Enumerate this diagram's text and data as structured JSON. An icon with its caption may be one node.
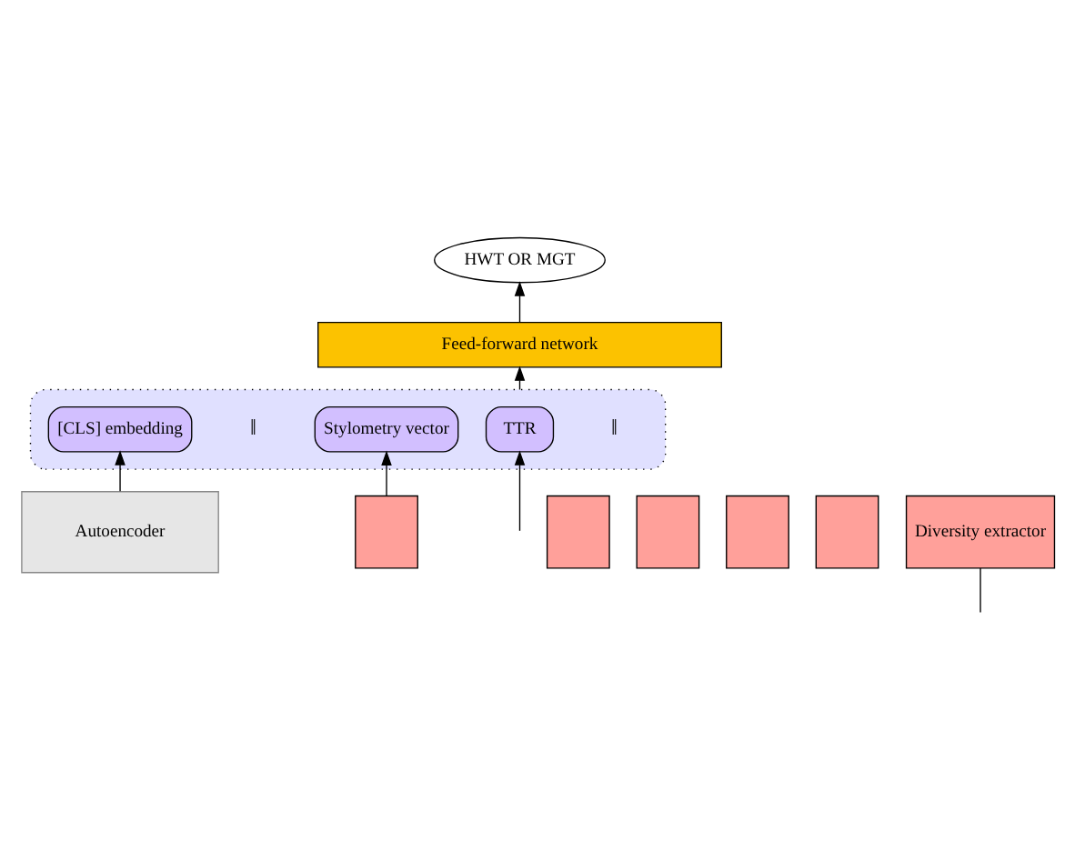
{
  "diagram": {
    "nodes": [
      {
        "text": [
          "HWT OR MGT"
        ]
      },
      {
        "text": [
          "Feed-forward network"
        ]
      },
      {
        "text": [],
        "shape": "box"
      },
      {
        "text": [
          "[CLS] embedding"
        ],
        "in": 2
      },
      {
        "text": [
          "TTR"
        ],
        "in": 2
      },
      {
        "text": [
          "Stylometry vector"
        ],
        "in": 2
      },
      {
        "text": [
          "Autoencoder"
        ]
      },
      {
        "text": [],
        "shape": "box"
      },
      {
        "text": [],
        "shape": "box"
      },
      {
        "text": [],
        "shape": "box"
      },
      {
        "text": [],
        "shape": "box"
      },
      {
        "text": [],
        "shape": "box"
      },
      {
        "text": [
          "Diversity extractor"
        ]
      }
    ],
    "edges": [
      {
        "from": 1,
        "to": 0,
        "arrow": "to"
      },
      {
        "from": 2,
        "to": 1,
        "arrow": "to"
      },
      {
        "from": 6,
        "to": 3,
        "arrow": "to"
      },
      {
        "from": null,
        "to": 4,
        "arrow": "to"
      },
      {
        "from": 7,
        "to": 5,
        "arrow": "to"
      },
      {
        "from": null,
        "to": 12,
        "arrow": "none"
      }
    ],
    "labels": [
      "‖",
      "‖"
    ]
  }
}
